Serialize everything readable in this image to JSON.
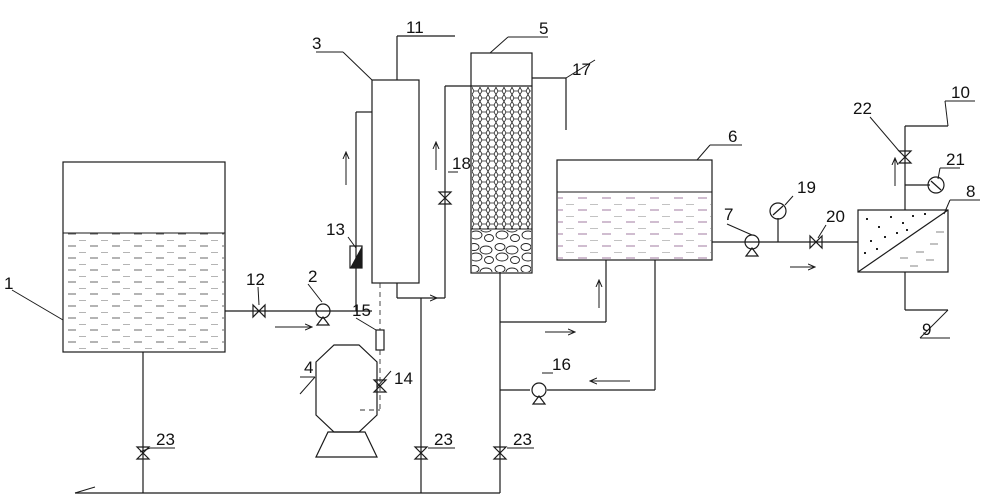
{
  "labels": {
    "l1": "1",
    "l2": "2",
    "l3": "3",
    "l4": "4",
    "l5": "5",
    "l6": "6",
    "l7": "7",
    "l8": "8",
    "l9": "9",
    "l10": "10",
    "l11": "11",
    "l12": "12",
    "l13": "13",
    "l14": "14",
    "l15": "15",
    "l16": "16",
    "l17": "17",
    "l18": "18",
    "l19": "19",
    "l20": "20",
    "l21": "21",
    "l22": "22",
    "l23a": "23",
    "l23b": "23",
    "l23c": "23"
  },
  "colors": {
    "line": "#1a1a1a",
    "background": "#ffffff"
  }
}
